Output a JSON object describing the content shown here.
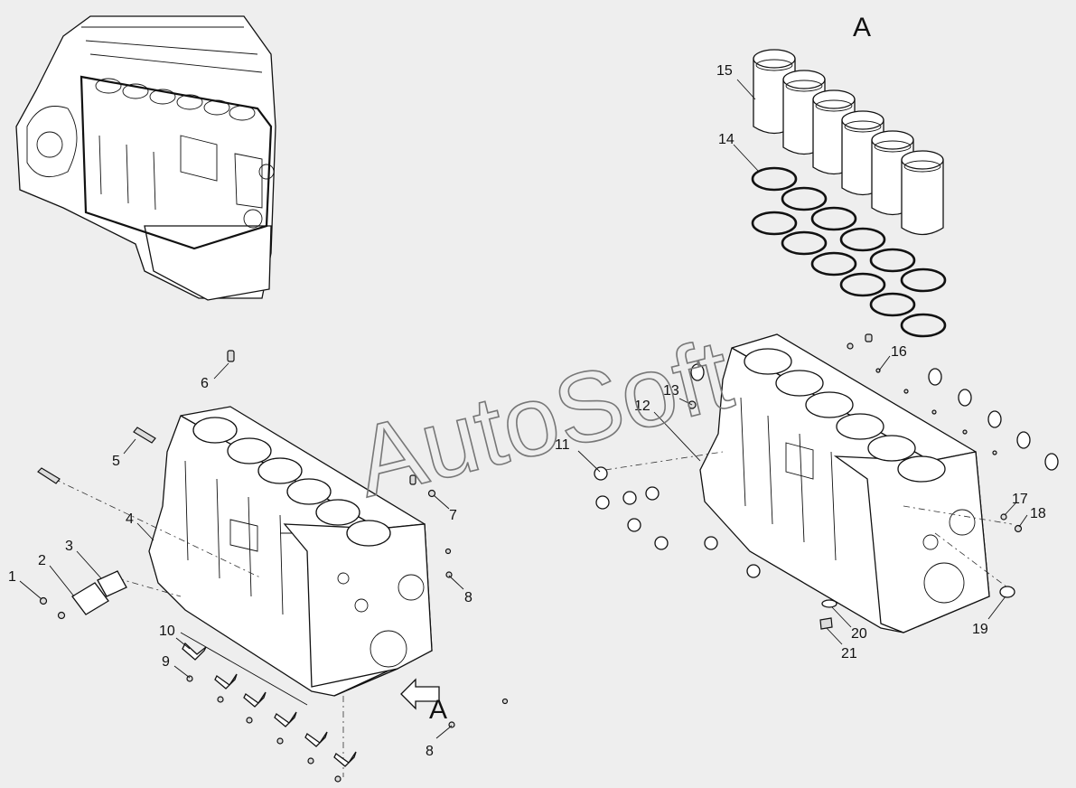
{
  "watermark": "AutoSoft",
  "view_label": "A",
  "callouts": {
    "c1": "1",
    "c2": "2",
    "c3": "3",
    "c4": "4",
    "c5": "5",
    "c6": "6",
    "c7": "7",
    "c8a": "8",
    "c8b": "8",
    "c9": "9",
    "c10": "10",
    "c11": "11",
    "c12": "12",
    "c13": "13",
    "c14": "14",
    "c15": "15",
    "c16": "16",
    "c17": "17",
    "c18": "18",
    "c19": "19",
    "c20": "20",
    "c21": "21"
  }
}
